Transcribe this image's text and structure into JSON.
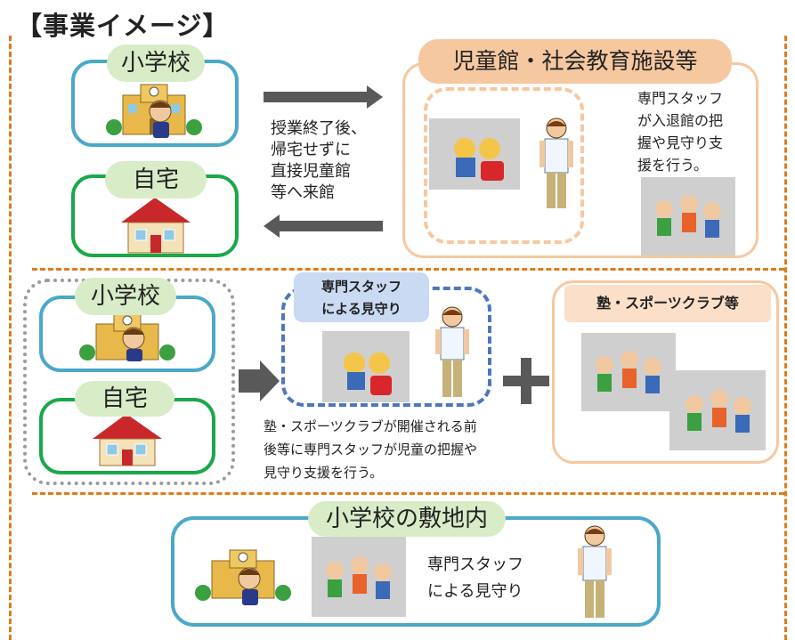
{
  "title": "【事業イメージ】",
  "top_section": {
    "school_label": "小学校",
    "home_label": "自宅",
    "transition_text": [
      "授業終了後、",
      "帰宅せずに",
      "直接児童館",
      "等へ来館"
    ],
    "facility_label": "児童館・社会教育施設等",
    "staff_text": [
      "専門スタッフ",
      "が入退館の把",
      "握や見守り支",
      "援を行う。"
    ]
  },
  "middle_section": {
    "school_label": "小学校",
    "home_label": "自宅",
    "staff_box_label": [
      "専門スタッフ",
      "による見守り"
    ],
    "caption": [
      "塾・スポーツクラブが開催される前",
      "後等に専門スタッフが児童の把握や",
      "見守り支援を行う。"
    ],
    "club_label": "塾・スポーツクラブ等"
  },
  "bottom_section": {
    "campus_label": "小学校の敷地内",
    "staff_text": [
      "専門スタッフ",
      "による見守り"
    ]
  },
  "colors": {
    "accent_orange": "#e07b1a",
    "school_blue": "#4aa8c8",
    "home_green": "#1aa84a",
    "pill_green": "#d9ecc8",
    "facility_peach": "#f6c8a0",
    "staff_blue": "#4d77bd",
    "arrow_gray": "#595959"
  }
}
